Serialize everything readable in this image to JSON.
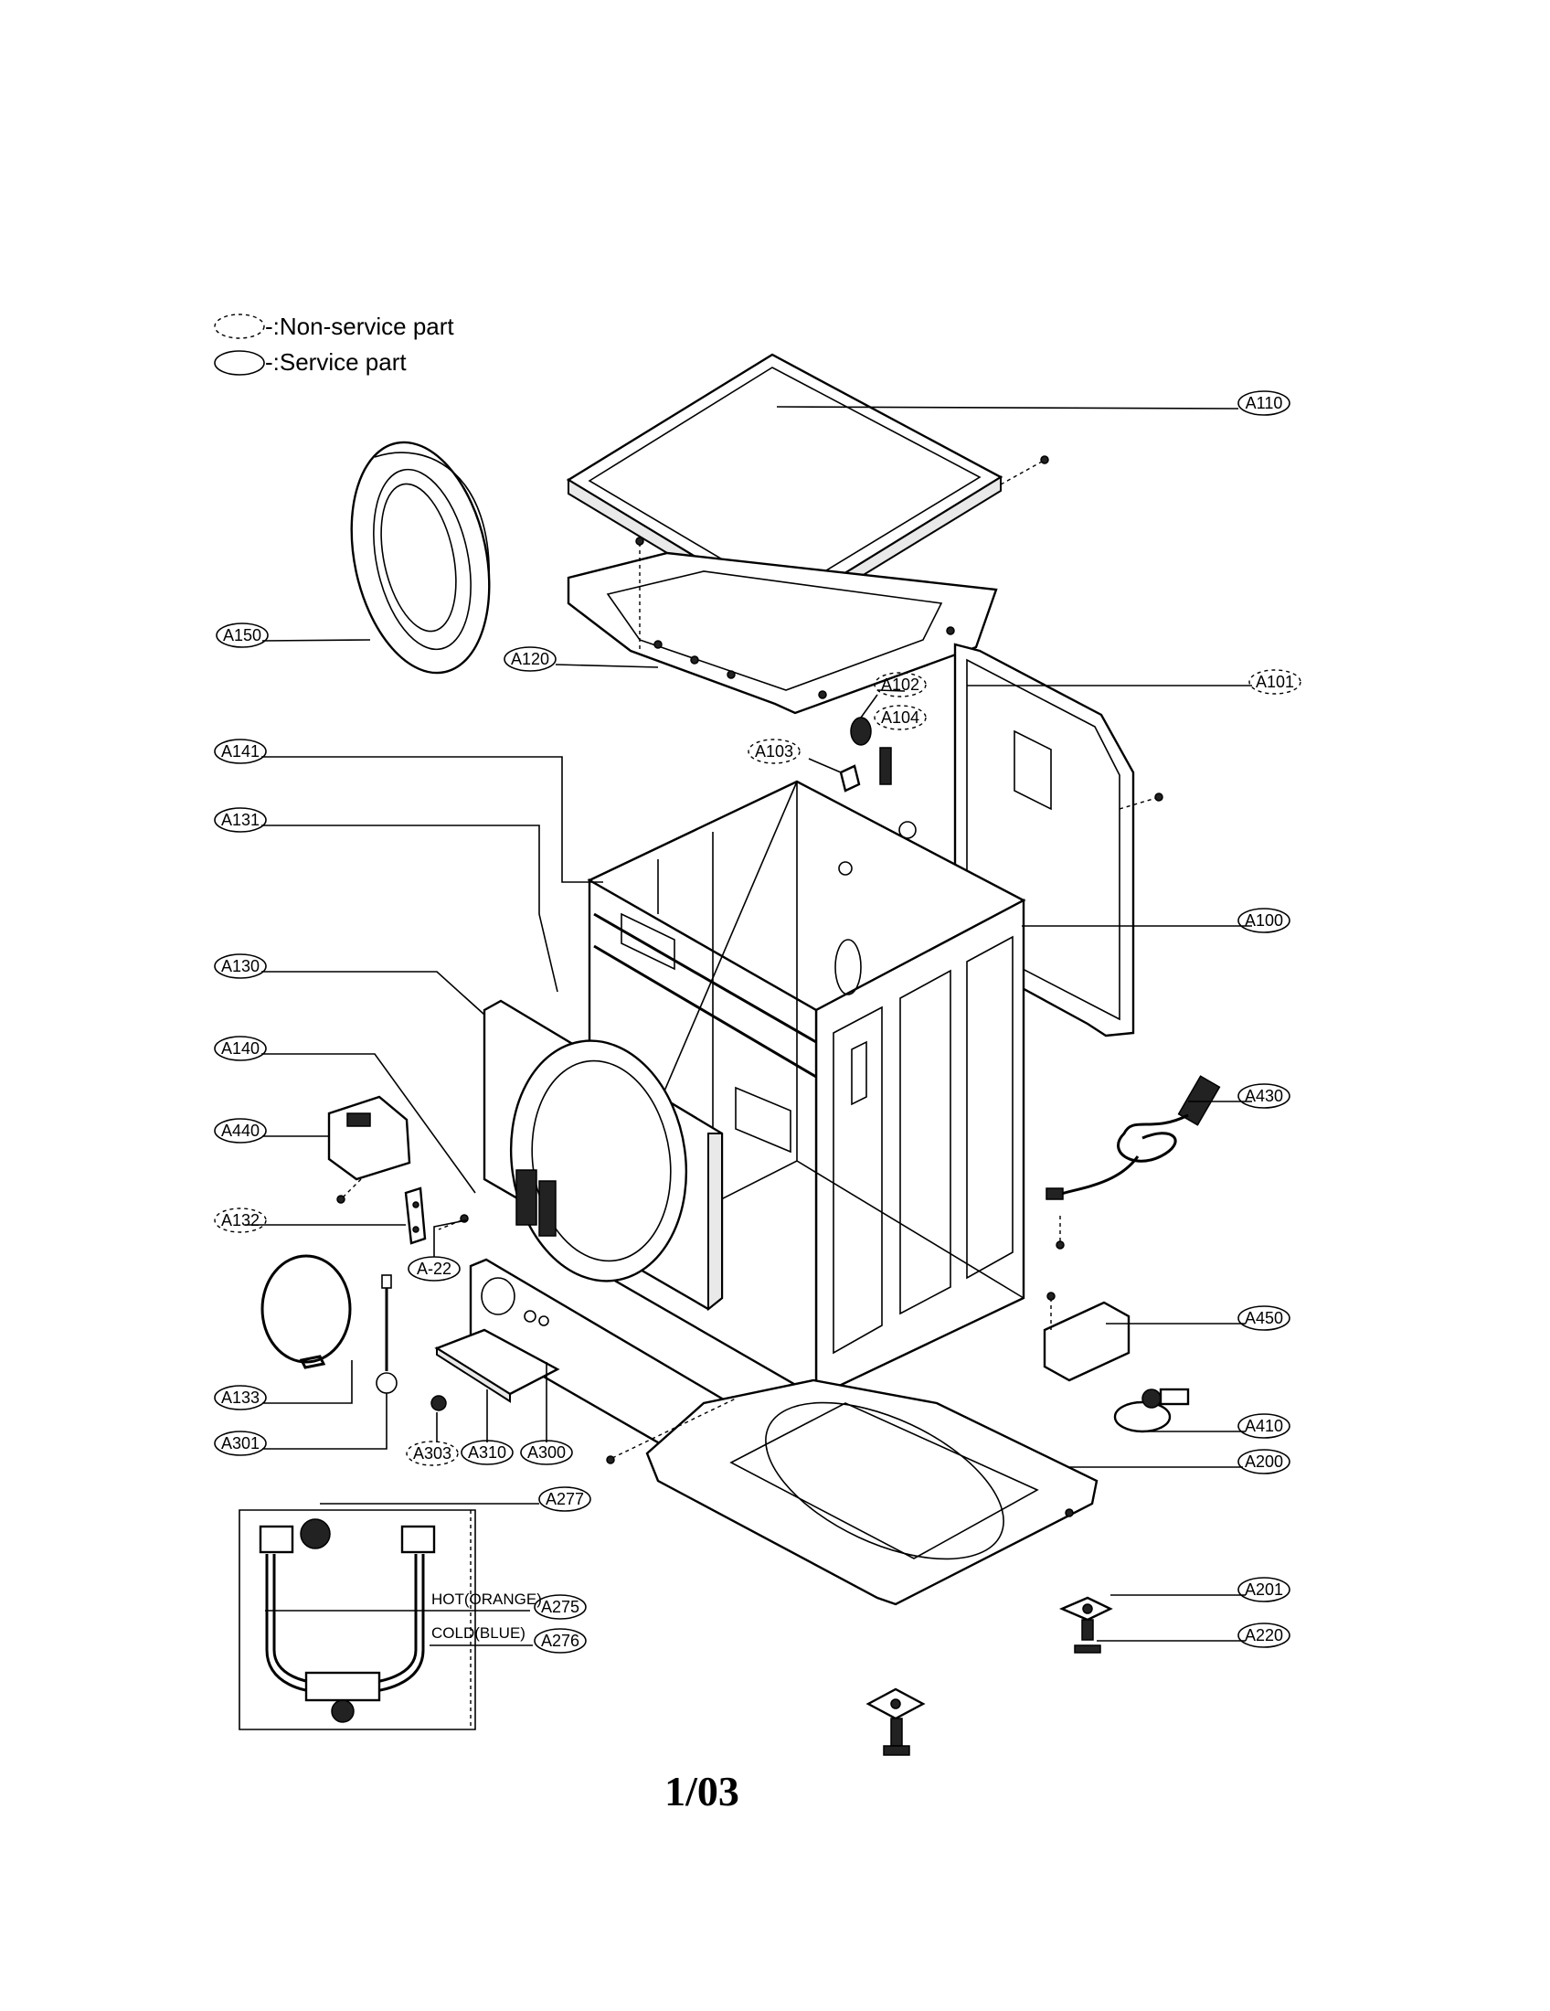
{
  "legend": {
    "non_service": "-:Non-service part",
    "service": "-:Service part"
  },
  "page_number": "1/03",
  "hose_labels": {
    "hot": "HOT(ORANGE)",
    "cold": "COLD(BLUE)"
  },
  "parts": [
    {
      "id": "A110",
      "service": true
    },
    {
      "id": "A150",
      "service": true
    },
    {
      "id": "A120",
      "service": true
    },
    {
      "id": "A102",
      "service": false
    },
    {
      "id": "A101",
      "service": false
    },
    {
      "id": "A104",
      "service": false
    },
    {
      "id": "A103",
      "service": false
    },
    {
      "id": "A141",
      "service": true
    },
    {
      "id": "A131",
      "service": true
    },
    {
      "id": "A100",
      "service": true
    },
    {
      "id": "A130",
      "service": true
    },
    {
      "id": "A140",
      "service": true
    },
    {
      "id": "A430",
      "service": true
    },
    {
      "id": "A440",
      "service": true
    },
    {
      "id": "A132",
      "service": false
    },
    {
      "id": "A-22",
      "service": true
    },
    {
      "id": "A450",
      "service": true
    },
    {
      "id": "A133",
      "service": true
    },
    {
      "id": "A410",
      "service": true
    },
    {
      "id": "A301",
      "service": true
    },
    {
      "id": "A303",
      "service": false
    },
    {
      "id": "A310",
      "service": true
    },
    {
      "id": "A300",
      "service": true
    },
    {
      "id": "A200",
      "service": true
    },
    {
      "id": "A277",
      "service": true
    },
    {
      "id": "A275",
      "service": true
    },
    {
      "id": "A276",
      "service": true
    },
    {
      "id": "A201",
      "service": true
    },
    {
      "id": "A220",
      "service": true
    }
  ]
}
